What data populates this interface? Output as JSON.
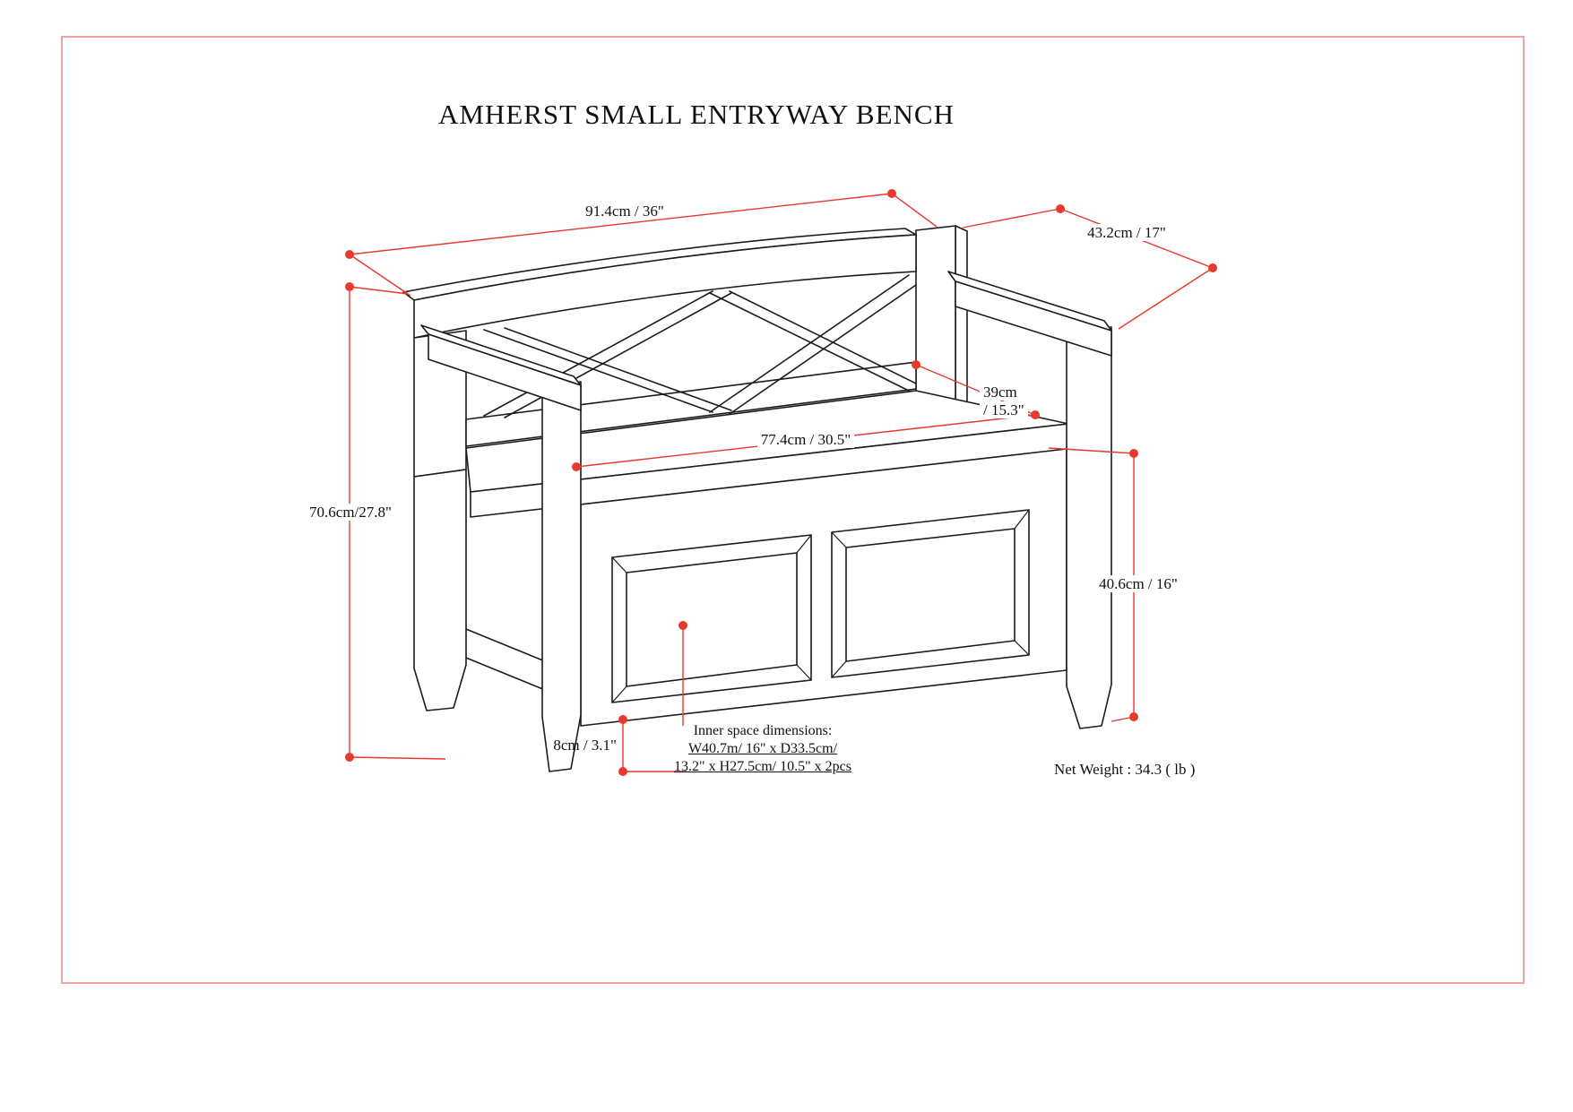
{
  "page": {
    "title": "AMHERST SMALL ENTRYWAY BENCH",
    "border_color": "#f0a3a3",
    "dimension_color": "#e8392e",
    "line_art_color": "#1c1c1c"
  },
  "dims": {
    "overall_width": "91.4cm / 36\"",
    "overall_depth": "43.2cm / 17\"",
    "overall_height": "70.6cm/27.8\"",
    "seat_depth_line1": "39cm",
    "seat_depth_line2": "/ 15.3\"",
    "seat_width": "77.4cm / 30.5\"",
    "seat_height": "40.6cm / 16\"",
    "clearance": "8cm / 3.1\"",
    "net_weight": "Net Weight : 34.3 ( lb )"
  },
  "inner_space": {
    "line1": "Inner space dimensions:",
    "line2": "W40.7m/ 16\" x D33.5cm/",
    "line3": "13.2\" x H27.5cm/ 10.5\" x 2pcs"
  }
}
